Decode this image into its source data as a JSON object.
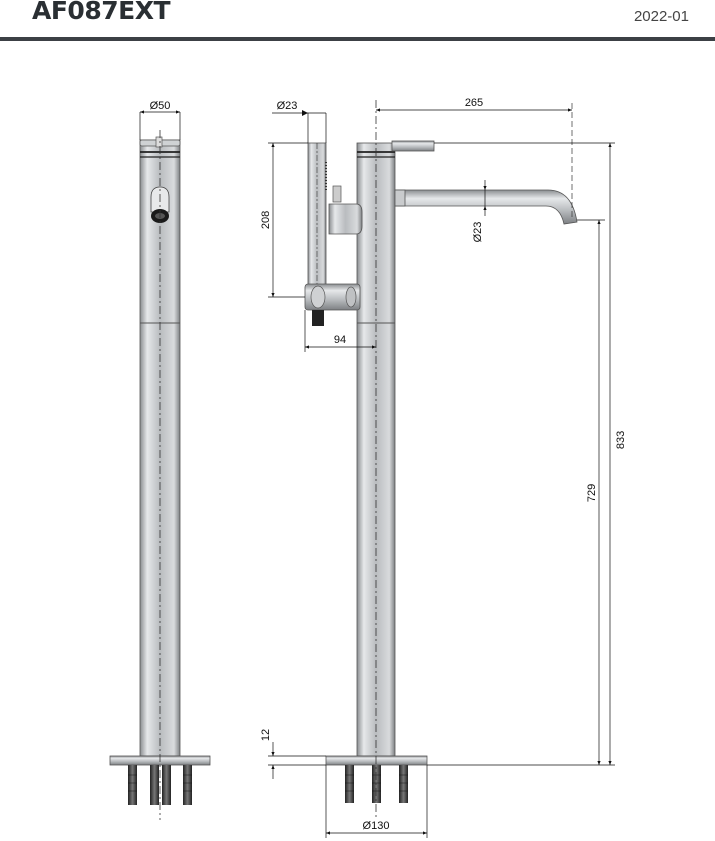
{
  "header": {
    "model": "AF087EXT",
    "date": "2022-01"
  },
  "dimensions": {
    "front_diameter": "Ø50",
    "hand_shower_diameter": "Ø23",
    "spout_reach": "265",
    "spout_diameter": "Ø23",
    "hand_shower_height": "208",
    "hand_shower_offset": "94",
    "total_height": "833",
    "spout_height": "729",
    "base_thickness": "12",
    "base_diameter": "Ø130"
  }
}
